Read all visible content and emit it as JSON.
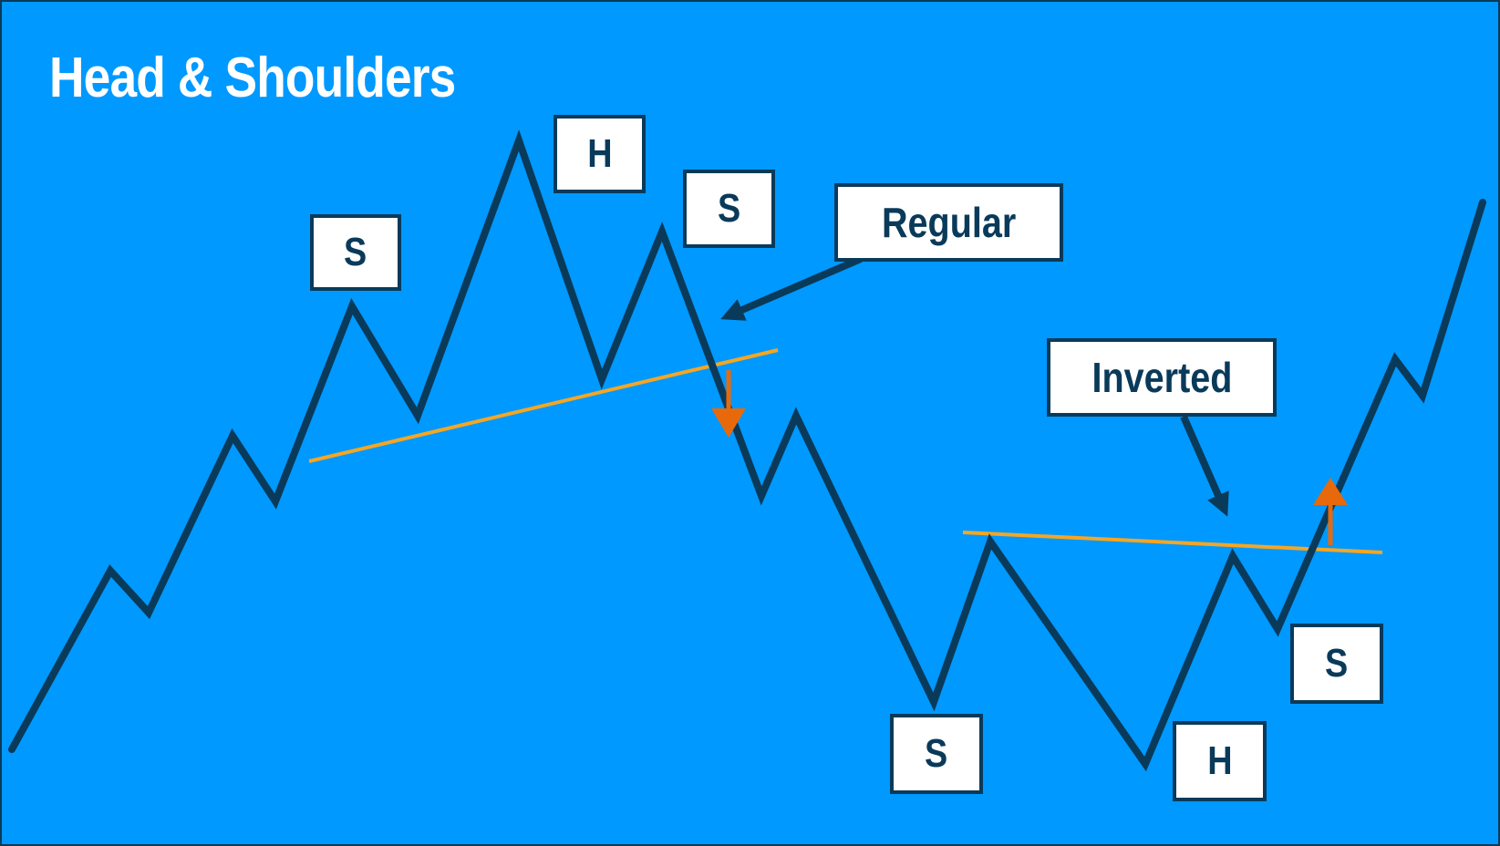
{
  "title": "Head & Shoulders",
  "labels": {
    "regular": {
      "shoulder_left": "S",
      "head": "H",
      "shoulder_right": "S",
      "callout": "Regular"
    },
    "inverted": {
      "shoulder_left": "S",
      "head": "H",
      "shoulder_right": "S",
      "callout": "Inverted"
    }
  },
  "colors": {
    "background": "#0099ff",
    "price_line": "#0a3a5a",
    "neckline": "#f5a623",
    "breakout_arrow": "#e8690b",
    "label_fill": "#ffffff",
    "label_text": "#0a3a5a"
  }
}
